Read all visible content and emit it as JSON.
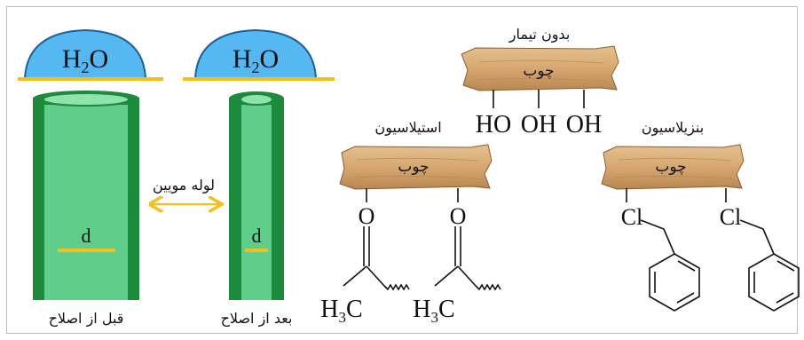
{
  "water_drops": {
    "left": {
      "formula_main": "H",
      "formula_sub": "2",
      "formula_end": "O"
    },
    "right": {
      "formula_main": "H",
      "formula_sub": "2",
      "formula_end": "O"
    }
  },
  "tubes": {
    "before_label": "قبل از اصلاح",
    "after_label": "بعد از اصلاح",
    "diameter_left": "d",
    "diameter_right": "d",
    "capillary_label": "لوله مویین"
  },
  "untreated": {
    "title": "بدون تیمار",
    "wood": "چوب",
    "groups": [
      "HO",
      "OH",
      "OH"
    ]
  },
  "acetylation": {
    "title": "استیلاسیون",
    "wood": "چوب",
    "oxygen_1": "O",
    "oxygen_2": "O",
    "methyl_1_main": "H",
    "methyl_1_sub": "3",
    "methyl_1_end": "C",
    "methyl_2_main": "H",
    "methyl_2_sub": "3",
    "methyl_2_end": "C"
  },
  "benzylation": {
    "title": "بنزیلاسیون",
    "wood": "چوب",
    "chlorine_1": "Cl",
    "chlorine_2": "Cl"
  },
  "colors": {
    "tube_dark": "#1c8b3c",
    "tube_light": "#5fce8a",
    "water_fill": "#55b8f0",
    "water_edge": "#1f5f9e",
    "accent_yellow": "#f6bf1b",
    "wood": "#d6a870"
  }
}
